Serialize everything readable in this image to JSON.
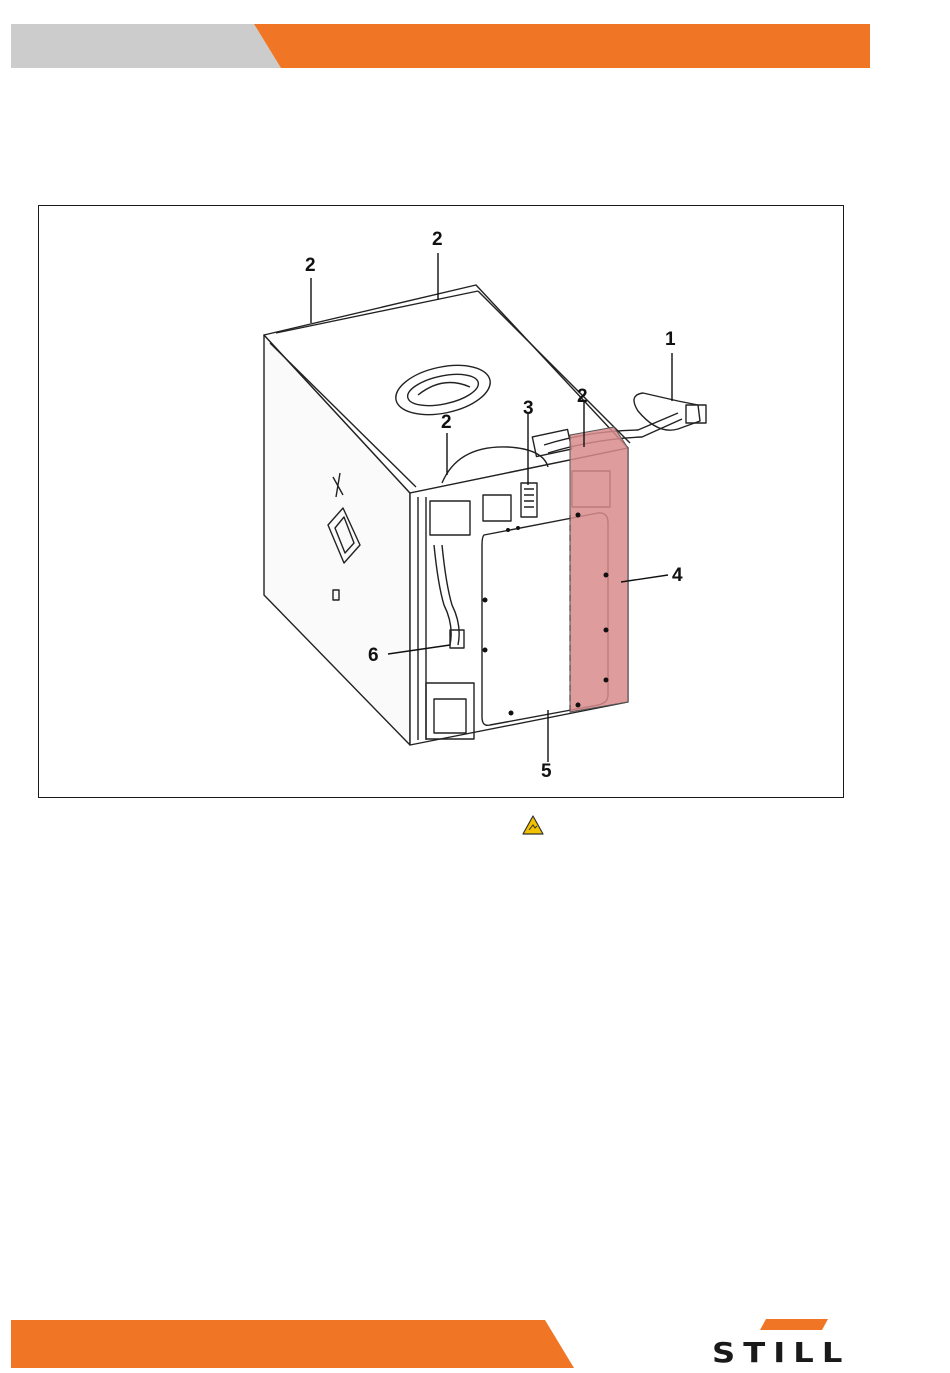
{
  "header": {
    "grey_tab_color": "#cccccc",
    "orange_band_color": "#f07524"
  },
  "figure": {
    "callouts": {
      "c1": "1",
      "c2a": "2",
      "c2b": "2",
      "c2c": "2",
      "c2d": "2",
      "c3": "3",
      "c4": "4",
      "c5": "5",
      "c6": "6"
    },
    "highlight_color": "#d98b8b"
  },
  "warning": {
    "icon": "warning-triangle-icon",
    "color": "#f2c200"
  },
  "footer": {
    "band_color": "#f07524",
    "logo_text": "STILL",
    "logo_accent_color": "#f07524"
  }
}
